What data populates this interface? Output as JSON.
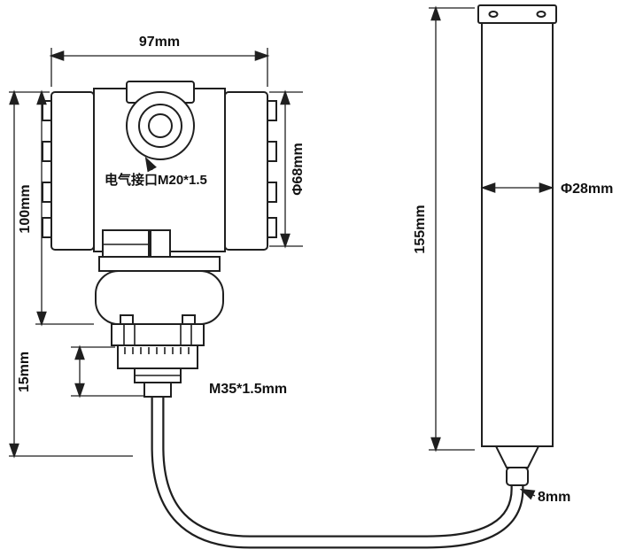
{
  "labels": {
    "top_width": "97mm",
    "left_height": "100mm",
    "electrical_port": "电气接口M20*1.5",
    "housing_diameter": "Φ68mm",
    "flange_height": "15mm",
    "thread_spec": "M35*1.5mm",
    "probe_length": "155mm",
    "probe_diameter": "Φ28mm",
    "cable_diameter": "8mm"
  },
  "colors": {
    "line": "#1f1f1f",
    "background": "#ffffff"
  }
}
